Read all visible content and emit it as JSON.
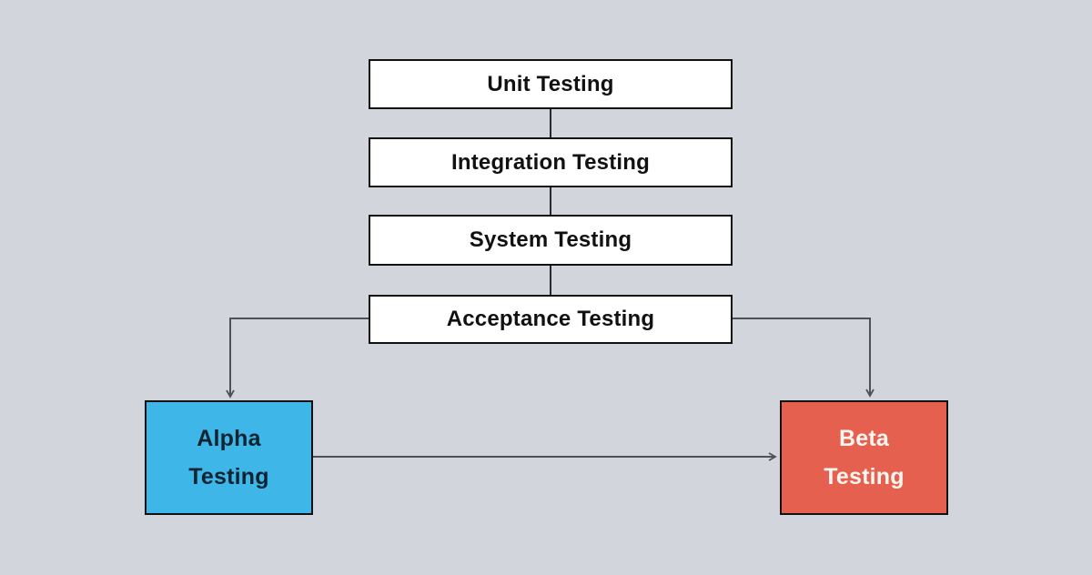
{
  "diagram": {
    "type": "flowchart",
    "description": "Software testing levels flow: stacked sequence of testing stages branching from Acceptance Testing into Alpha Testing and Beta Testing",
    "nodes": [
      {
        "id": "unit",
        "label": "Unit Testing",
        "shape": "rect",
        "fill": "#ffffff"
      },
      {
        "id": "integration",
        "label": "Integration Testing",
        "shape": "rect",
        "fill": "#ffffff"
      },
      {
        "id": "system",
        "label": "System Testing",
        "shape": "rect",
        "fill": "#ffffff"
      },
      {
        "id": "acceptance",
        "label": "Acceptance Testing",
        "shape": "rect",
        "fill": "#ffffff"
      },
      {
        "id": "alpha",
        "label": "Alpha Testing",
        "label_lines": [
          "Alpha",
          "Testing"
        ],
        "shape": "rect",
        "fill": "#3eb7e8"
      },
      {
        "id": "beta",
        "label": "Beta Testing",
        "label_lines": [
          "Beta",
          "Testing"
        ],
        "shape": "rect",
        "fill": "#e6604f"
      }
    ],
    "edges": [
      {
        "from": "unit",
        "to": "integration",
        "arrowhead": false
      },
      {
        "from": "integration",
        "to": "system",
        "arrowhead": false
      },
      {
        "from": "system",
        "to": "acceptance",
        "arrowhead": false
      },
      {
        "from": "acceptance",
        "to": "alpha",
        "arrowhead": true
      },
      {
        "from": "acceptance",
        "to": "beta",
        "arrowhead": true
      },
      {
        "from": "alpha",
        "to": "beta",
        "arrowhead": true
      }
    ]
  },
  "colors": {
    "background": "#d2d6dc",
    "node_fill": "#ffffff",
    "node_border": "#111111",
    "node_text": "#111111",
    "alpha_fill": "#3eb7e8",
    "alpha_text": "#102330",
    "beta_fill": "#e6604f",
    "beta_text": "#fbf7f0",
    "stack_connector": "#26292e",
    "branch_connector": "#4e5257"
  }
}
